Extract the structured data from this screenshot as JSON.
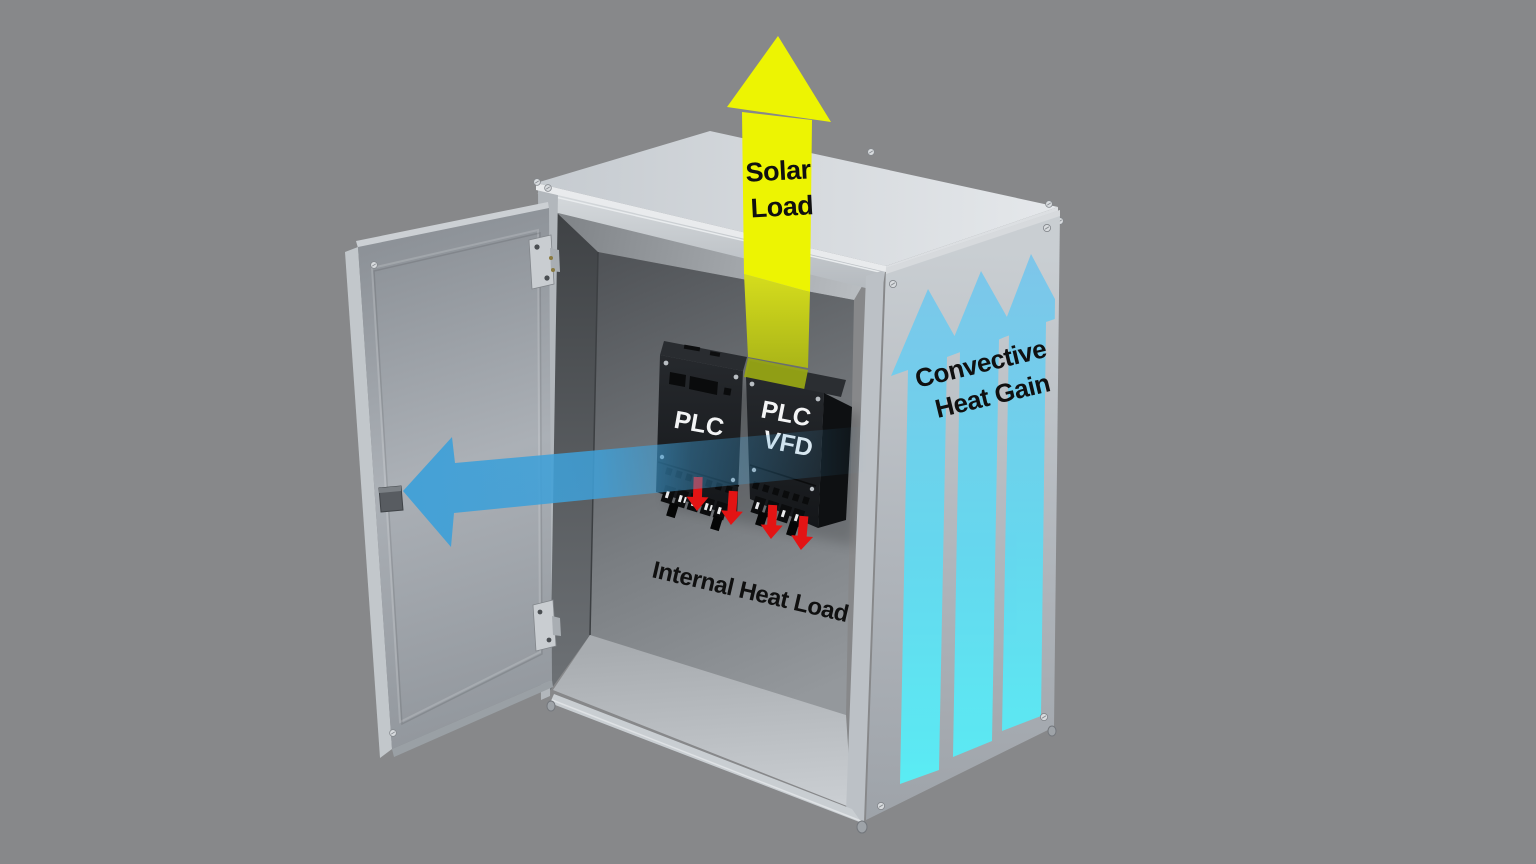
{
  "scene": {
    "background_color": "#87888a",
    "labels": {
      "solar_load": {
        "line1": "Solar",
        "line2": "Load"
      },
      "convective": {
        "line1": "Convective",
        "line2": "Heat Gain"
      },
      "internal_heat_load": "Internal Heat Load",
      "plc_device": "PLC",
      "vfd_device": {
        "line1": "PLC",
        "line2": "VFD"
      }
    },
    "arrows": {
      "solar_load": {
        "direction": "up",
        "color": "#edf402",
        "dim_color": "#a8b318"
      },
      "convective_heat_gain": {
        "direction": "up",
        "count": 3,
        "color_top": "#7cc5ea",
        "color_bottom": "#57f0f6"
      },
      "internal_heat_load": {
        "direction": "down",
        "count": 4,
        "color": "#e31414"
      },
      "door_airflow": {
        "direction": "left",
        "color": "#3fa0d8"
      }
    }
  }
}
